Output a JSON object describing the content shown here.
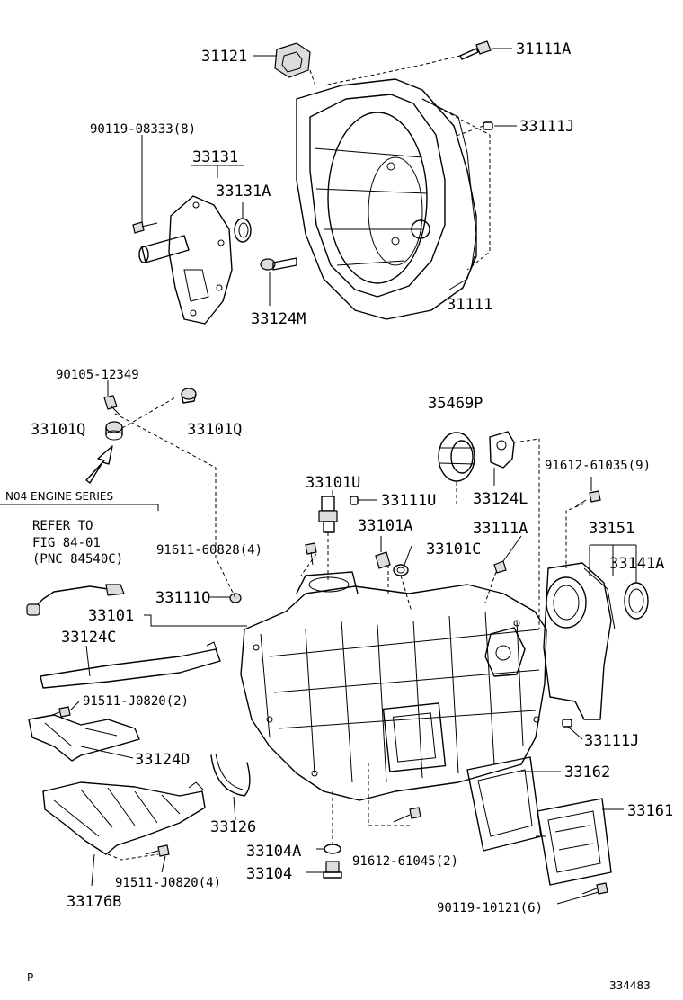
{
  "labels": {
    "p31121": "31121",
    "p31111A": "31111A",
    "p90119_08333": "90119-08333(8)",
    "p33111J_top": "33111J",
    "p33131": "33131",
    "p33131A": "33131A",
    "p31111": "31111",
    "p33124M": "33124M",
    "p90105_12349": "90105-12349",
    "p33101Q_left": "33101Q",
    "p33101Q_right": "33101Q",
    "p35469P": "35469P",
    "n04_engine_series": "N04 ENGINE SERIES",
    "p33101U": "33101U",
    "p33111U": "33111U",
    "p33124L": "33124L",
    "p91612_61035": "91612-61035(9)",
    "refer_to": "REFER TO",
    "fig_ref": "FIG 84-01",
    "pnc_ref": "(PNC 84540C)",
    "p33101A": "33101A",
    "p33111A": "33111A",
    "p33151": "33151",
    "p91611_60828": "91611-60828(4)",
    "p33101C": "33101C",
    "p33141A": "33141A",
    "p33111Q": "33111Q",
    "p33101": "33101",
    "p33124C": "33124C",
    "p91511_J0820_2": "91511-J0820(2)",
    "p33124D": "33124D",
    "p33111J_bottom": "33111J",
    "p33162": "33162",
    "p33161": "33161",
    "p33126": "33126",
    "p33104A": "33104A",
    "p91612_61045": "91612-61045(2)",
    "p33104": "33104",
    "p91511_J0820_4": "91511-J0820(4)",
    "p90119_10121": "90119-10121(6)",
    "p33176B": "33176B",
    "corner_p": "P",
    "figure_number": "334483"
  }
}
